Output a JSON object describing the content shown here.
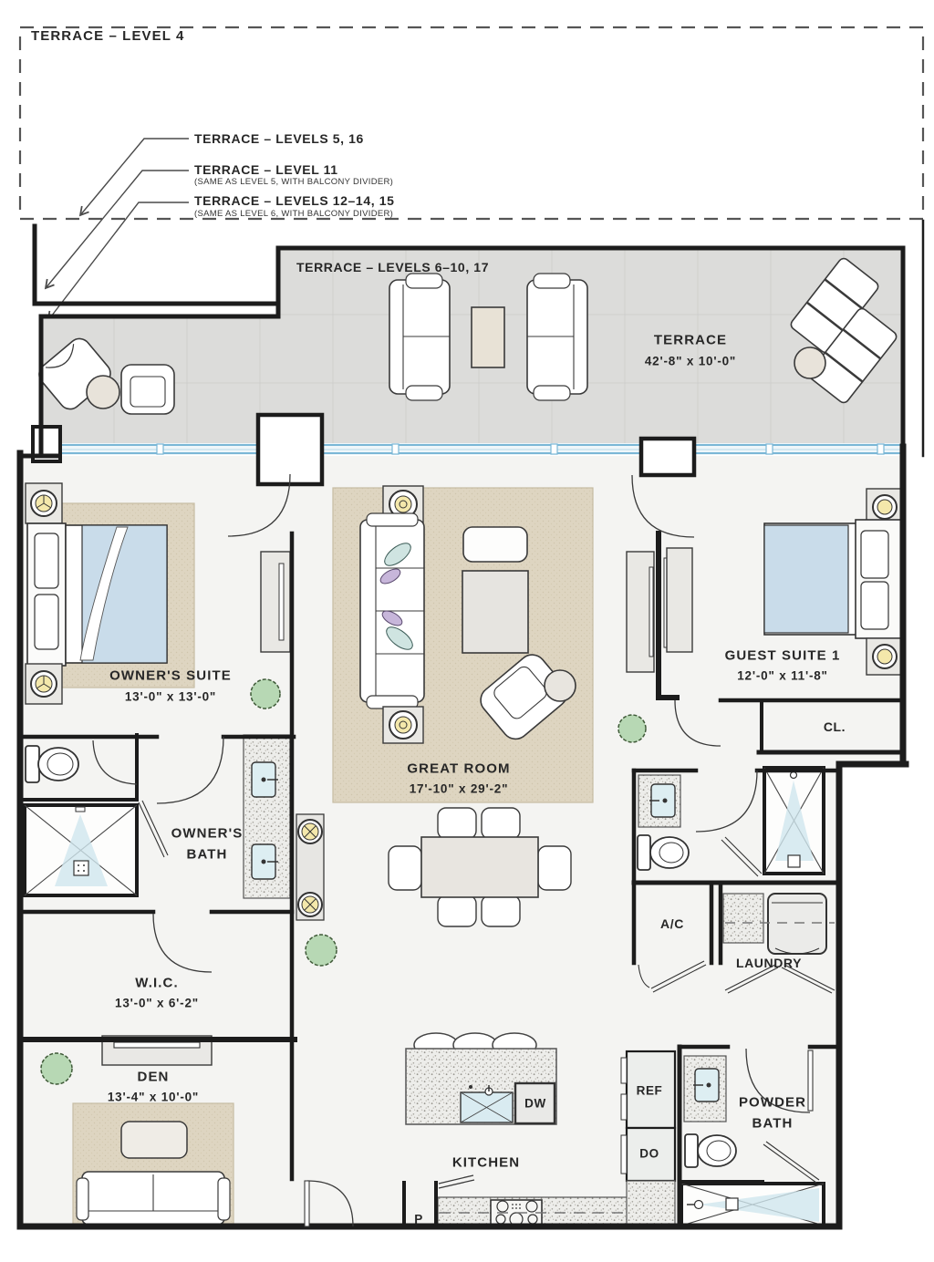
{
  "plan": {
    "level4_label": "TERRACE – LEVEL 4",
    "callouts": [
      {
        "label": "TERRACE – LEVELS 5, 16",
        "note": ""
      },
      {
        "label": "TERRACE – LEVEL 11",
        "note": "(SAME AS LEVEL 5, WITH BALCONY DIVIDER)"
      },
      {
        "label": "TERRACE – LEVELS 12–14, 15",
        "note": "(SAME AS LEVEL 6, WITH BALCONY DIVIDER)"
      }
    ],
    "terrace_inner_label": "TERRACE – LEVELS 6–10, 17",
    "rooms": {
      "terrace": {
        "name": "TERRACE",
        "dims": "42'-8\" x 10'-0\""
      },
      "owners_suite": {
        "name": "OWNER'S SUITE",
        "dims": "13'-0\" x 13'-0\""
      },
      "great_room": {
        "name": "GREAT ROOM",
        "dims": "17'-10\" x 29'-2\""
      },
      "guest_suite": {
        "name": "GUEST SUITE 1",
        "dims": "12'-0\" x 11'-8\""
      },
      "closet": {
        "name": "CL."
      },
      "owners_bath": {
        "line1": "OWNER'S",
        "line2": "BATH"
      },
      "wic": {
        "name": "W.I.C.",
        "dims": "13'-0\" x 6'-2\""
      },
      "ac": {
        "name": "A/C"
      },
      "laundry": {
        "name": "LAUNDRY"
      },
      "den": {
        "name": "DEN",
        "dims": "13'-4\" x 10'-0\""
      },
      "kitchen": {
        "name": "KITCHEN"
      },
      "powder_bath": {
        "line1": "POWDER",
        "line2": "BATH"
      }
    },
    "appliances": {
      "ref": "REF",
      "double_oven": "DO",
      "dishwasher": "DW",
      "pantry": "P"
    },
    "colors": {
      "wall": "#1c1c1c",
      "terrace_floor": "#dcdcda",
      "interior_floor": "#f4f4f2",
      "rug": "#ded5c1",
      "bed": "#c9dcea",
      "glass": "#7ab7d6",
      "water": "#cfe6ee",
      "plant": "#b7d8b4",
      "lamp": "#f4e8ab"
    }
  }
}
